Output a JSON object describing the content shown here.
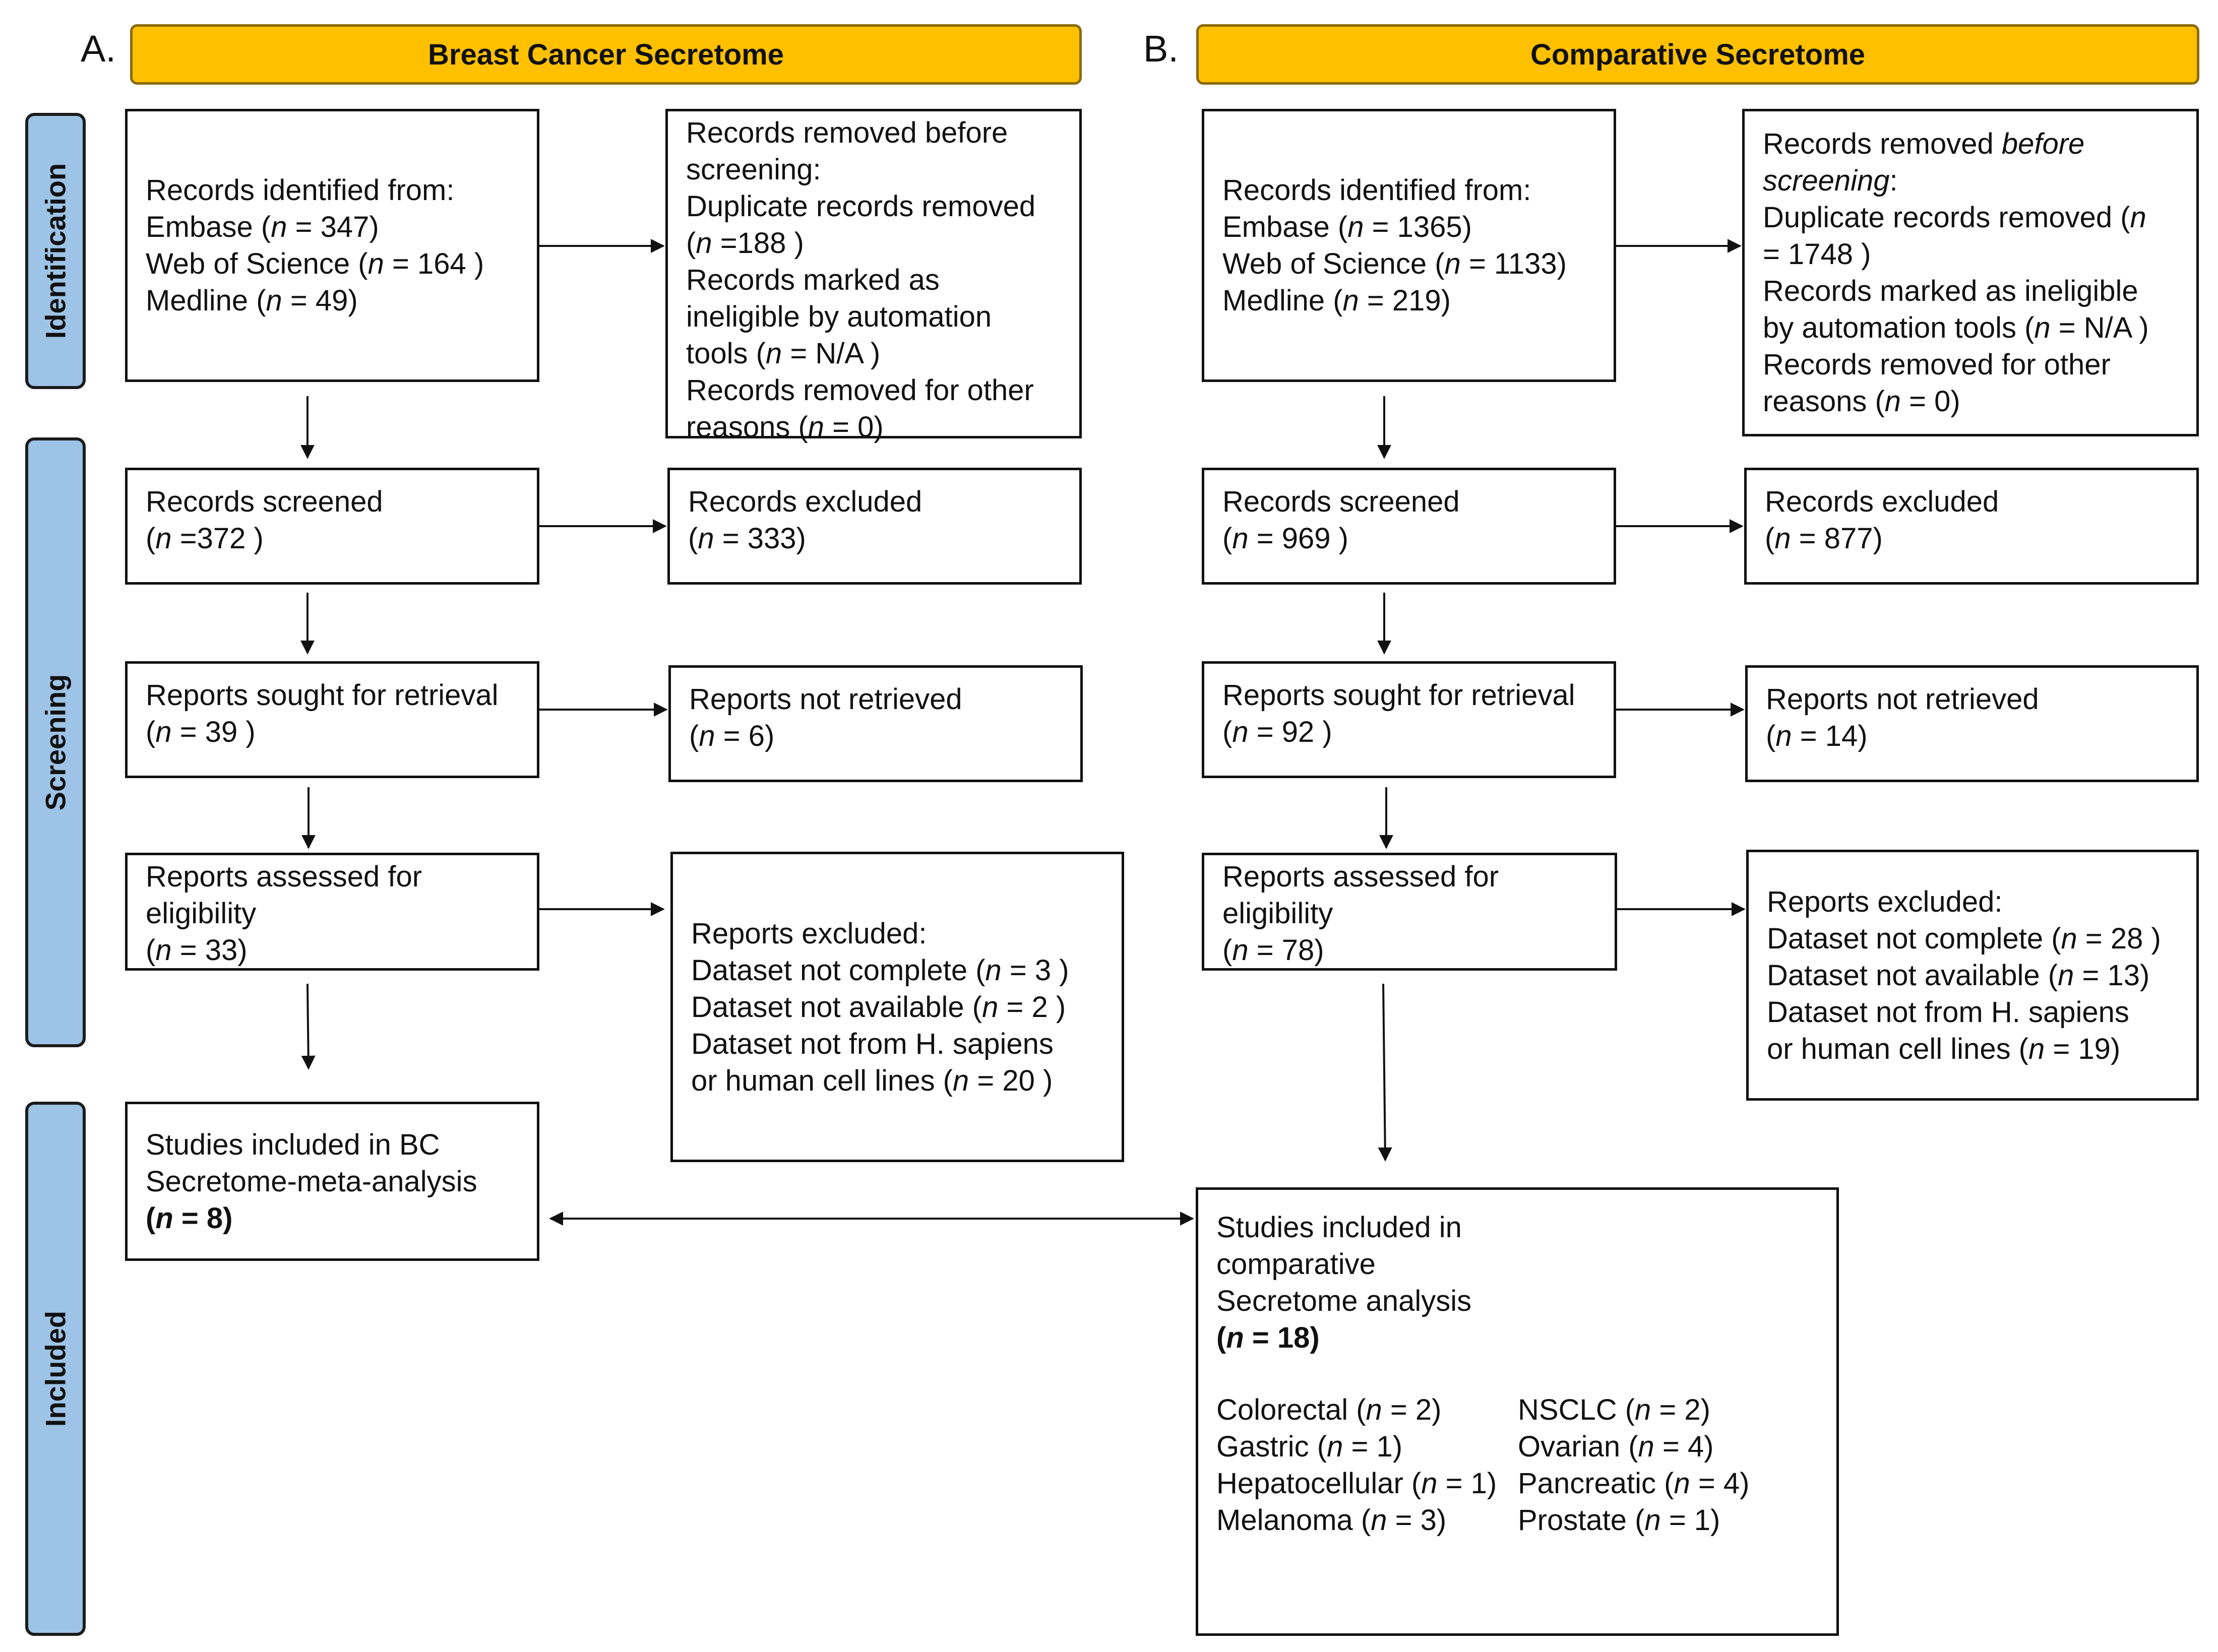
{
  "panel_a": {
    "letter": "A.",
    "header": "Breast Cancer Secretome",
    "identified": {
      "heading": "Records identified from:",
      "embase_label": "Embase (",
      "embase_n": " = 347)",
      "wos_label": "Web of Science (",
      "wos_n": " = 164 )",
      "medline_label": "Medline (",
      "medline_n": " = 49)"
    },
    "removed": {
      "l1": "Records removed before",
      "l2": "screening:",
      "l3": "Duplicate records removed",
      "l4a": "(",
      "l4b": " =188 )",
      "l5": "Records marked as",
      "l6": "ineligible by automation",
      "l7a": "tools (",
      "l7b": " = N/A )",
      "l8": "Records removed for other",
      "l9a": "reasons (",
      "l9b": " = 0)"
    },
    "screened": {
      "label": "Records screened",
      "n_open": "(",
      "n_value": " =372 )"
    },
    "excluded": {
      "label": "Records excluded",
      "n_open": "(",
      "n_value": " = 333)"
    },
    "sought": {
      "label": "Reports sought for retrieval",
      "n_open": "(",
      "n_value": " = 39 )"
    },
    "not_retrieved": {
      "label": "Reports not retrieved",
      "n_open": "(",
      "n_value": " = 6)"
    },
    "assessed": {
      "l1": "Reports assessed for",
      "l2": "eligibility",
      "n_open": "(",
      "n_value": " = 33)"
    },
    "reports_excluded": {
      "heading": "Reports excluded:",
      "r1a": "Dataset not complete (",
      "r1b": " = 3 )",
      "r2a": "Dataset not available (",
      "r2b": " = 2 )",
      "r3": "Dataset not from H. sapiens",
      "r4a": "or human cell lines (",
      "r4b": " = 20 )"
    },
    "included": {
      "l1": "Studies included in BC",
      "l2": "Secretome-meta-analysis",
      "n_open": "(",
      "n_value": " = 8)"
    }
  },
  "panel_b": {
    "letter": "B.",
    "header": "Comparative Secretome",
    "identified": {
      "heading": "Records identified from:",
      "embase_label": "Embase (",
      "embase_n": " = 1365)",
      "wos_label": "Web of Science (",
      "wos_n": " = 1133)",
      "medline_label": "Medline (",
      "medline_n": " = 219)"
    },
    "removed": {
      "l1a": "Records removed ",
      "l1b": "before",
      "l2a": "screening",
      "l2b": ":",
      "l3a": "Duplicate records removed  (",
      "l4": "= 1748 )",
      "l5": "Records marked as ineligible",
      "l6a": "by automation tools (",
      "l6b": " = N/A )",
      "l7": "Records removed for other",
      "l8a": "reasons (",
      "l8b": " = 0)"
    },
    "screened": {
      "label": "Records screened",
      "n_open": "(",
      "n_value": " = 969 )"
    },
    "excluded": {
      "label": "Records excluded",
      "n_open": "(",
      "n_value": " = 877)"
    },
    "sought": {
      "label": "Reports sought for retrieval",
      "n_open": "(",
      "n_value": " = 92 )"
    },
    "not_retrieved": {
      "label": "Reports not retrieved",
      "n_open": "(",
      "n_value": " = 14)"
    },
    "assessed": {
      "l1": "Reports assessed for",
      "l2": "eligibility",
      "n_open": "(",
      "n_value": " = 78)"
    },
    "reports_excluded": {
      "heading": "Reports excluded:",
      "r1a": "Dataset not complete (",
      "r1b": " = 28 )",
      "r2a": "Dataset not available (",
      "r2b": " = 13)",
      "r3": "Dataset not from H. sapiens",
      "r4a": "or human cell lines (",
      "r4b": " = 19)"
    },
    "included": {
      "l1": "Studies included in",
      "l2": "comparative",
      "l3": "Secretome analysis",
      "n_open": "(",
      "n_value": " = 18)",
      "cancers": [
        {
          "label": "Colorectal  (",
          "n": " = 2)"
        },
        {
          "label": "NSCLC (",
          "n": " = 2)"
        },
        {
          "label": "Gastric  (",
          "n": " = 1)"
        },
        {
          "label": "Ovarian (",
          "n": " = 4)"
        },
        {
          "label": "Hepatocellular (",
          "n": " = 1)"
        },
        {
          "label": "Pancreatic (",
          "n": " = 4)"
        },
        {
          "label": "Melanoma (",
          "n": " = 3)"
        },
        {
          "label": "Prostate (",
          "n": " = 1)"
        }
      ]
    }
  },
  "phases": {
    "identification": "Identification",
    "screening": "Screening",
    "included": "Included"
  },
  "n_symbol": "n",
  "colors": {
    "header_fill": "#ffc000",
    "header_border": "#8a6a10",
    "phase_fill": "#9dc3e6",
    "box_border": "#111111",
    "arrow": "#111111"
  }
}
